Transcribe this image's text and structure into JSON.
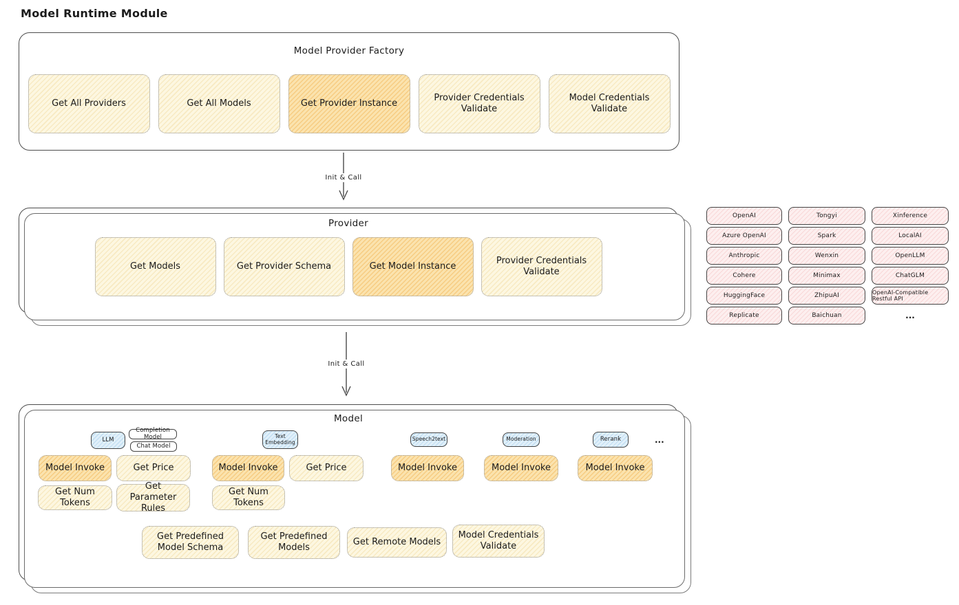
{
  "page_title": "Model Runtime Module",
  "colors": {
    "op_fill": "#fdf7e1",
    "op_highlight_fill": "#fbe3ae",
    "provider_pink_fill": "#fdefef",
    "tab_blue_fill": "#e1f0fa",
    "container_border": "#4d4d4d",
    "text": "#1b1b1b"
  },
  "arrows": [
    {
      "label": "Init & Call"
    },
    {
      "label": "Init & Call"
    }
  ],
  "factory": {
    "title": "Model Provider Factory",
    "boxes": [
      {
        "label": "Get All Providers",
        "highlighted": false
      },
      {
        "label": "Get All Models",
        "highlighted": false
      },
      {
        "label": "Get Provider Instance",
        "highlighted": true
      },
      {
        "label": "Provider Credentials Validate",
        "highlighted": false
      },
      {
        "label": "Model Credentials Validate",
        "highlighted": false
      }
    ]
  },
  "provider": {
    "title": "Provider",
    "boxes": [
      {
        "label": "Get Models",
        "highlighted": false
      },
      {
        "label": "Get Provider Schema",
        "highlighted": false
      },
      {
        "label": "Get Model Instance",
        "highlighted": true
      },
      {
        "label": "Provider Credentials Validate",
        "highlighted": false
      }
    ]
  },
  "providers_grid": {
    "columns": [
      [
        "OpenAI",
        "Azure OpenAI",
        "Anthropic",
        "Cohere",
        "HuggingFace",
        "Replicate"
      ],
      [
        "Tongyi",
        "Spark",
        "Wenxin",
        "Minimax",
        "ZhipuAI",
        "Baichuan"
      ],
      [
        "Xinference",
        "LocalAI",
        "OpenLLM",
        "ChatGLM",
        "OpenAI-Compatible Restful API"
      ]
    ],
    "more_label": "..."
  },
  "model": {
    "title": "Model",
    "tabs": [
      {
        "label": "LLM",
        "type": "blue"
      },
      {
        "label": "Completion Model",
        "type": "white"
      },
      {
        "label": "Chat Model",
        "type": "white"
      },
      {
        "label": "Text Embedding",
        "type": "blue"
      },
      {
        "label": "Speech2text",
        "type": "blue"
      },
      {
        "label": "Moderation",
        "type": "blue"
      },
      {
        "label": "Rerank",
        "type": "blue"
      }
    ],
    "more_label": "...",
    "ops": [
      {
        "label": "Model Invoke",
        "highlighted": true
      },
      {
        "label": "Get Price",
        "highlighted": false
      },
      {
        "label": "Get Num Tokens",
        "highlighted": false
      },
      {
        "label": "Get Parameter Rules",
        "highlighted": false
      },
      {
        "label": "Model Invoke",
        "highlighted": true
      },
      {
        "label": "Get Price",
        "highlighted": false
      },
      {
        "label": "Get Num Tokens",
        "highlighted": false
      },
      {
        "label": "Model Invoke",
        "highlighted": true
      },
      {
        "label": "Model Invoke",
        "highlighted": true
      },
      {
        "label": "Model Invoke",
        "highlighted": true
      }
    ],
    "bottom_ops": [
      "Get Predefined Model Schema",
      "Get Predefined Models",
      "Get Remote Models",
      "Model Credentials Validate"
    ]
  }
}
